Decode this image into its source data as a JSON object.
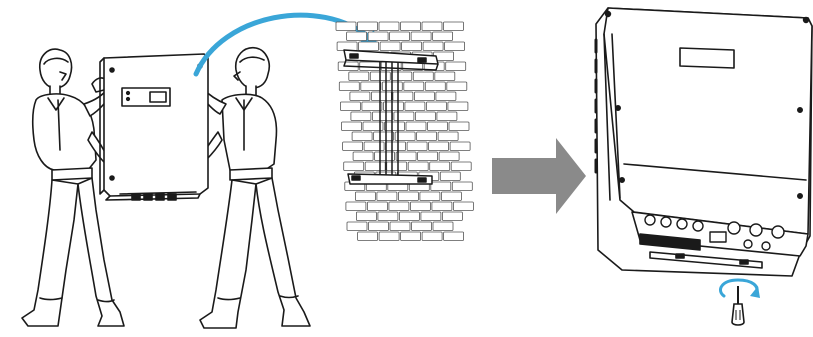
{
  "figure": {
    "kind": "installation-illustration",
    "steps": [
      {
        "icon": "two-workers-lifting-inverter",
        "action": "lift"
      },
      {
        "icon": "lift-path-arrow",
        "action": "move-to-wall"
      },
      {
        "icon": "wall-mounting-bracket",
        "action": "mount"
      },
      {
        "icon": "next-step-arrow",
        "action": "next"
      },
      {
        "icon": "mounted-inverter",
        "action": "secure"
      },
      {
        "icon": "screwdriver-rotate-icon",
        "action": "tighten-screw"
      }
    ]
  },
  "colors": {
    "line": "#1a1a1a",
    "lift_arrow": "#3aa6d8",
    "step_arrow": "#8a8a8a",
    "rotate_arrow": "#3aa6d8",
    "wall_brick_stroke": "#555555"
  }
}
